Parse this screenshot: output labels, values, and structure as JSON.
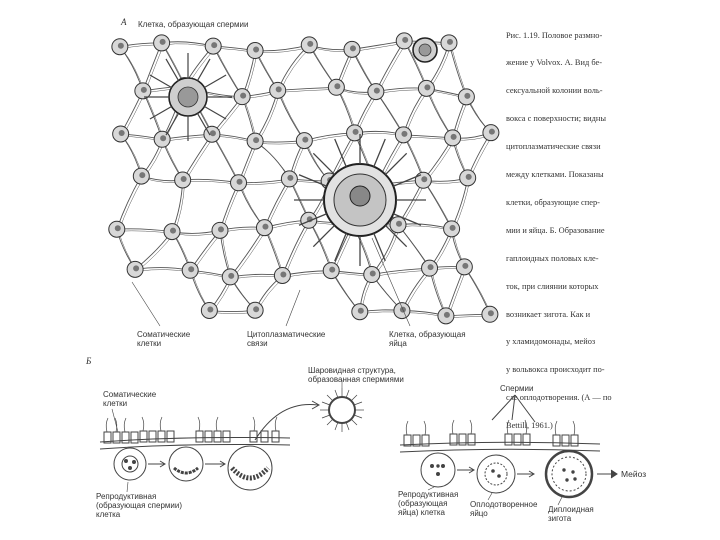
{
  "figure": {
    "caption_lines": [
      "Рис. 1.19. Половое размно-",
      "жение у Volvox. А. Вид бе-",
      "сексуальной колонии воль-",
      "вокса с поверхности; видны",
      "цитоплазматические связи",
      "между клетками. Показаны",
      "клетки, образующие спер-",
      "мии и яйца. Б. Образование",
      "гаплоидных половых кле-",
      "ток, при слиянии которых",
      "возникает зигота. Как и",
      "у хламидомонады, мейоз",
      "у вольвокса происходит по-",
      "сле оплодотворения. (А — по",
      "Bettill, 1961.)"
    ]
  },
  "panel_a": {
    "letter": "А",
    "label_sperm_cell": "Клетка, образующая спермии",
    "label_somatic": "Соматические\nклетки",
    "label_cyto": "Цитоплазматические\nсвязи",
    "label_egg_cell": "Клетка, образующая\nяйца"
  },
  "panel_b": {
    "letter": "Б",
    "label_sphere": "Шаровидная структура,\nобразованная спермиями",
    "label_sperm": "Спермии",
    "label_somatic": "Соматические\nклетки",
    "label_repro_sperm": "Репродуктивная\n(образующая спермии)\nклетка",
    "label_repro_egg": "Репродуктивная\n(образующая\nяйца) клетка",
    "label_fertilized": "Оплодотворенное\nяйцо",
    "label_zygote": "Диплоидная\nзигота",
    "label_meiosis": "Мейоз"
  }
}
